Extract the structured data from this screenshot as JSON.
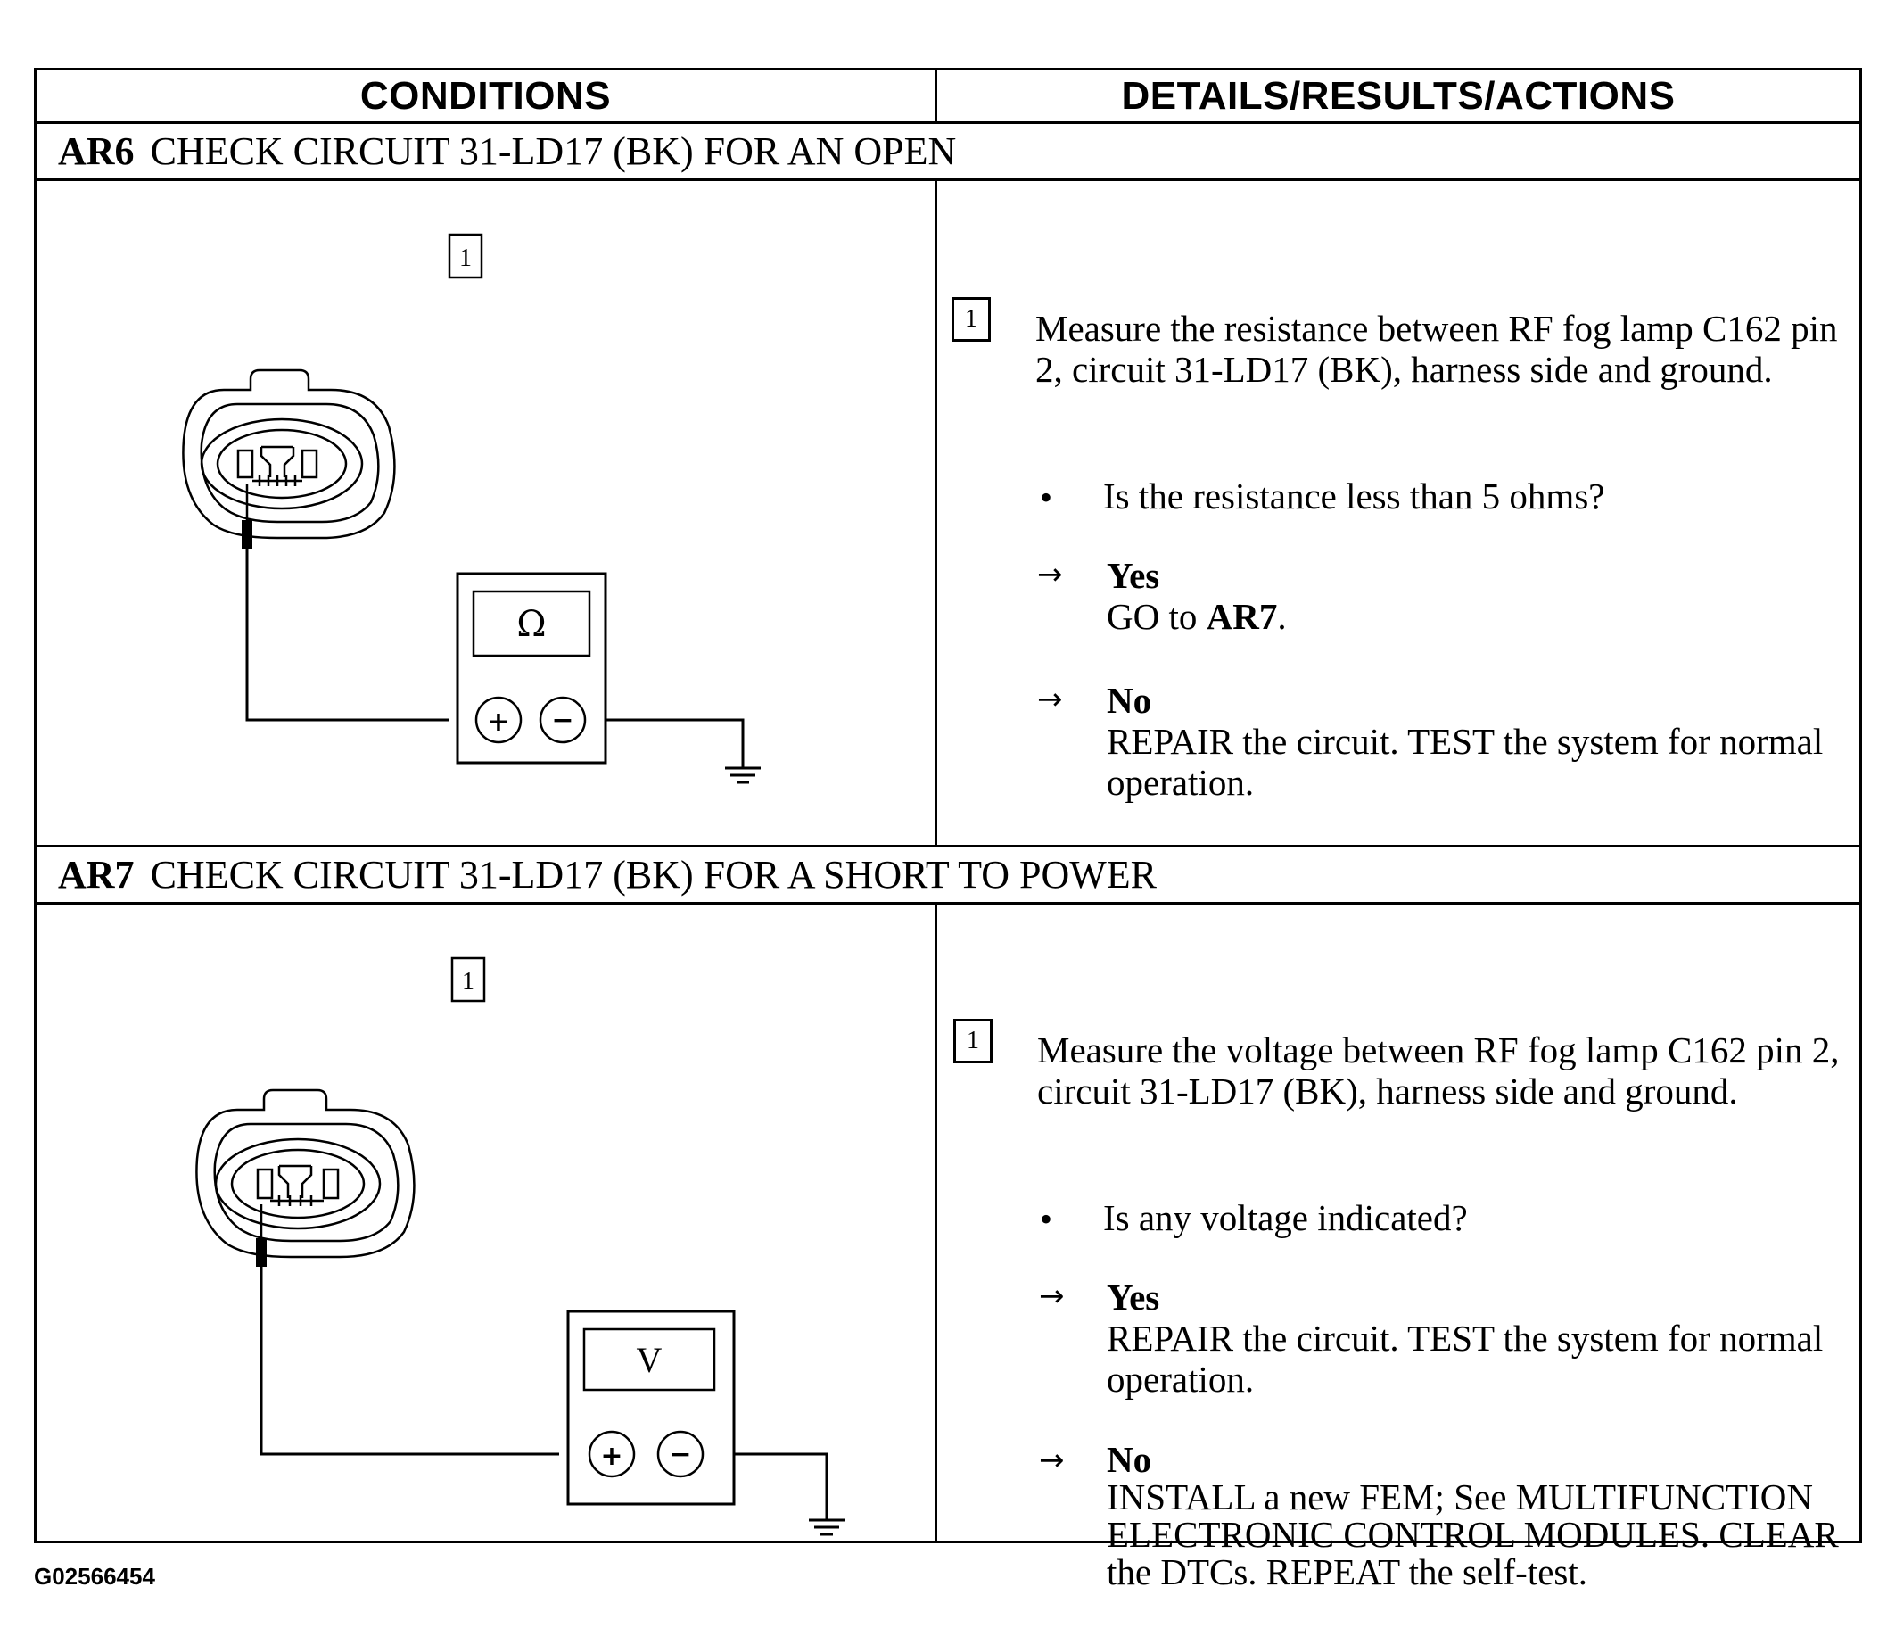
{
  "header": {
    "conditions": "CONDITIONS",
    "details": "DETAILS/RESULTS/ACTIONS"
  },
  "steps": [
    {
      "code": "AR6",
      "title": "CHECK CIRCUIT 31-LD17 (BK) FOR AN OPEN",
      "diagram": {
        "step_number": "1",
        "meter_symbol": "Ω",
        "plus": "+",
        "minus": "−"
      },
      "detail": {
        "step_number": "1",
        "instruction": "Measure the resistance between RF fog lamp C162 pin 2, circuit 31-LD17 (BK), harness side and ground.",
        "question": "Is the resistance less than 5 ohms?",
        "answers": [
          {
            "label": "Yes",
            "text_prefix": "GO to ",
            "text_bold": "AR7",
            "text_suffix": "."
          },
          {
            "label": "No",
            "text_prefix": "REPAIR the circuit. TEST the system for normal operation.",
            "text_bold": "",
            "text_suffix": ""
          }
        ]
      }
    },
    {
      "code": "AR7",
      "title": "CHECK CIRCUIT 31-LD17 (BK) FOR A SHORT TO POWER",
      "diagram": {
        "step_number": "1",
        "meter_symbol": "V",
        "plus": "+",
        "minus": "−"
      },
      "detail": {
        "step_number": "1",
        "instruction": "Measure the voltage between RF fog lamp C162 pin 2, circuit 31-LD17 (BK), harness side and ground.",
        "question": "Is any voltage indicated?",
        "answers": [
          {
            "label": "Yes",
            "text_prefix": "REPAIR the circuit. TEST the system for normal operation.",
            "text_bold": "",
            "text_suffix": ""
          },
          {
            "label": "No",
            "text_prefix": "INSTALL a new FEM; See MULTIFUNCTION ELECTRONIC CONTROL MODULES. CLEAR the DTCs. REPEAT the self-test.",
            "text_bold": "",
            "text_suffix": ""
          }
        ]
      }
    }
  ],
  "bullet_glyph": "•",
  "arrow_glyph": "→",
  "figure_id": "G02566454"
}
